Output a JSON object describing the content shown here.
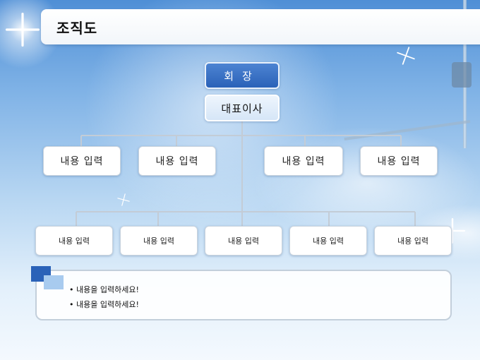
{
  "slide": {
    "title": "조직도"
  },
  "org_chart": {
    "top": "회장",
    "second": "대표이사",
    "level1": [
      "내용 입력",
      "내용 입력",
      "내용 입력",
      "내용 입력"
    ],
    "level2": [
      "내용 입력",
      "내용 입력",
      "내용 입력",
      "내용 입력",
      "내용 입력"
    ]
  },
  "notes": {
    "items": [
      "내용을 입력하세요!",
      "내용을 입력하세요!"
    ]
  },
  "colors": {
    "ceo_box": "#2a62b8",
    "connector": "#c3ccd6",
    "note_accent": "#2a62b8",
    "note_accent_light": "#a8cbef"
  },
  "icons": [
    "sun-glare-icon",
    "sparkle-icon",
    "street-lamp-icon"
  ]
}
